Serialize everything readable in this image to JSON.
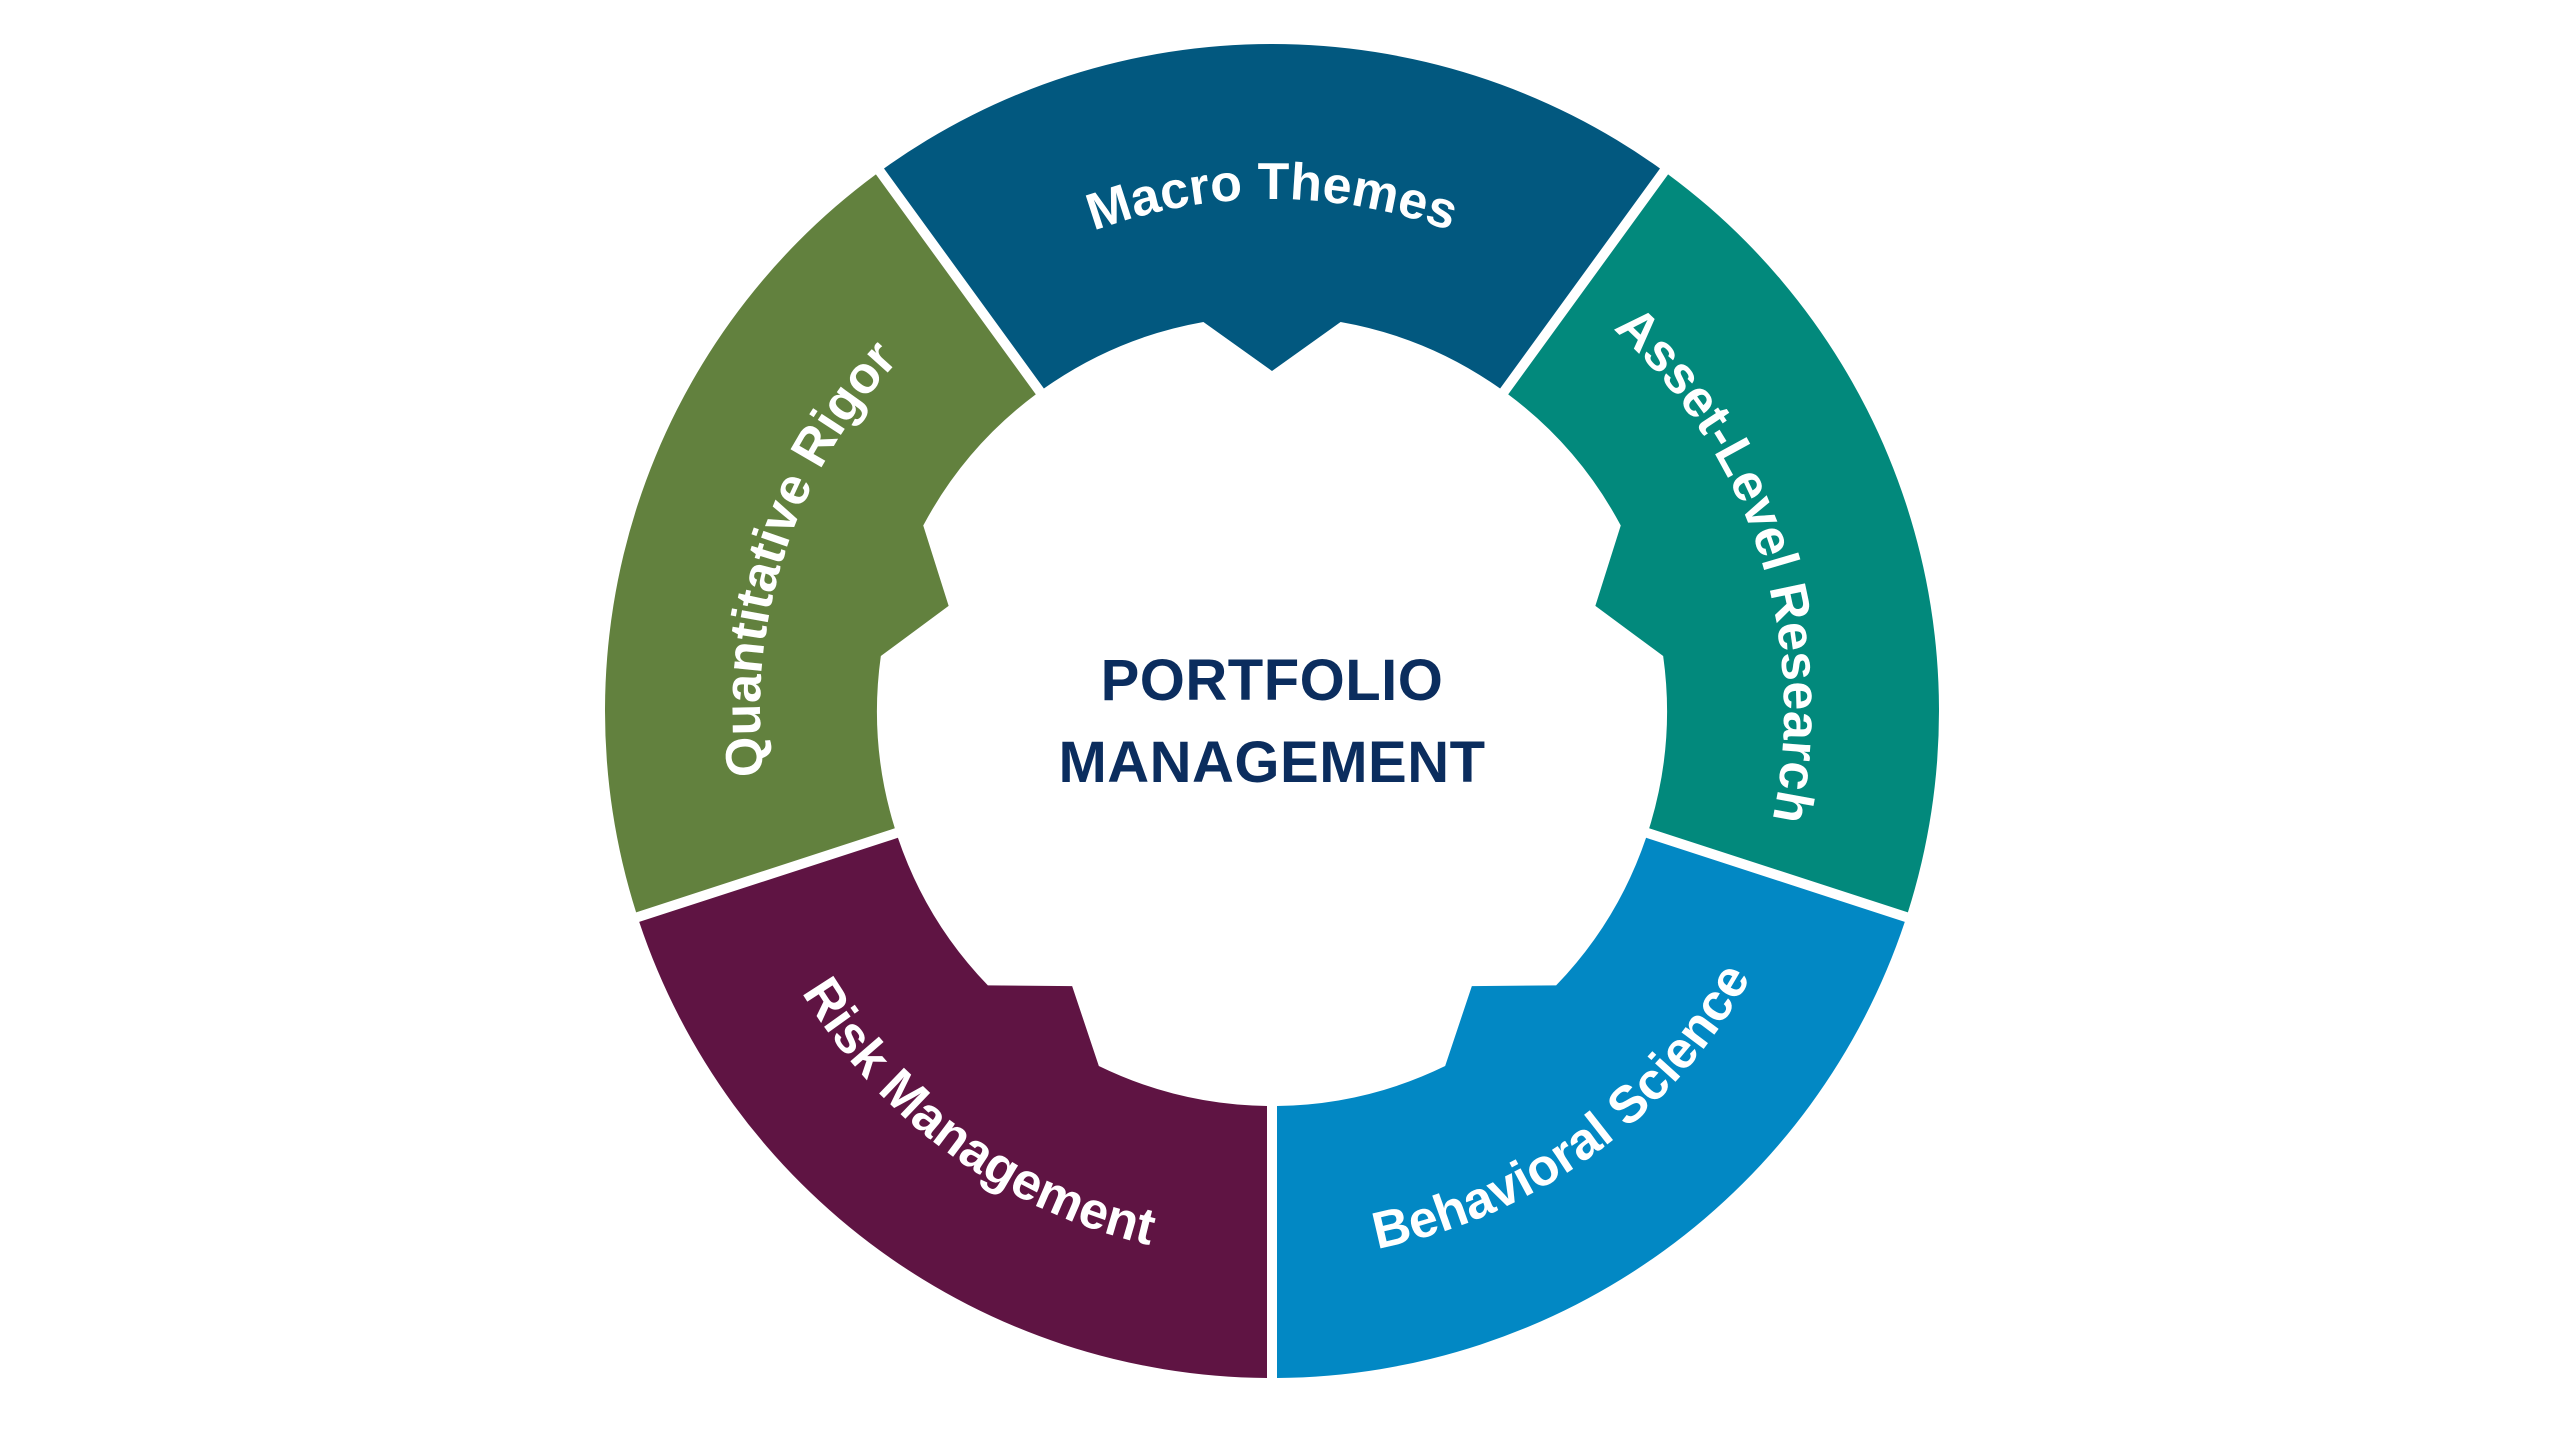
{
  "diagram": {
    "type": "segmented-ring",
    "center_label": {
      "line1": "PORTFOLIO",
      "line2": "MANAGEMENT",
      "color": "#0b2d5e"
    },
    "label_color": "#ffffff",
    "segments": [
      {
        "id": "macro-themes",
        "label": "Macro Themes",
        "color": "#02587f"
      },
      {
        "id": "asset-level-research",
        "label": "Asset-Level Research",
        "color": "#02897c"
      },
      {
        "id": "behavioral-science",
        "label": "Behavioral Science",
        "color": "#0288c4"
      },
      {
        "id": "risk-management",
        "label": "Risk Management",
        "color": "#5f1443"
      },
      {
        "id": "quantitative-rigor",
        "label": "Quantitative Rigor",
        "color": "#62813e"
      }
    ]
  }
}
